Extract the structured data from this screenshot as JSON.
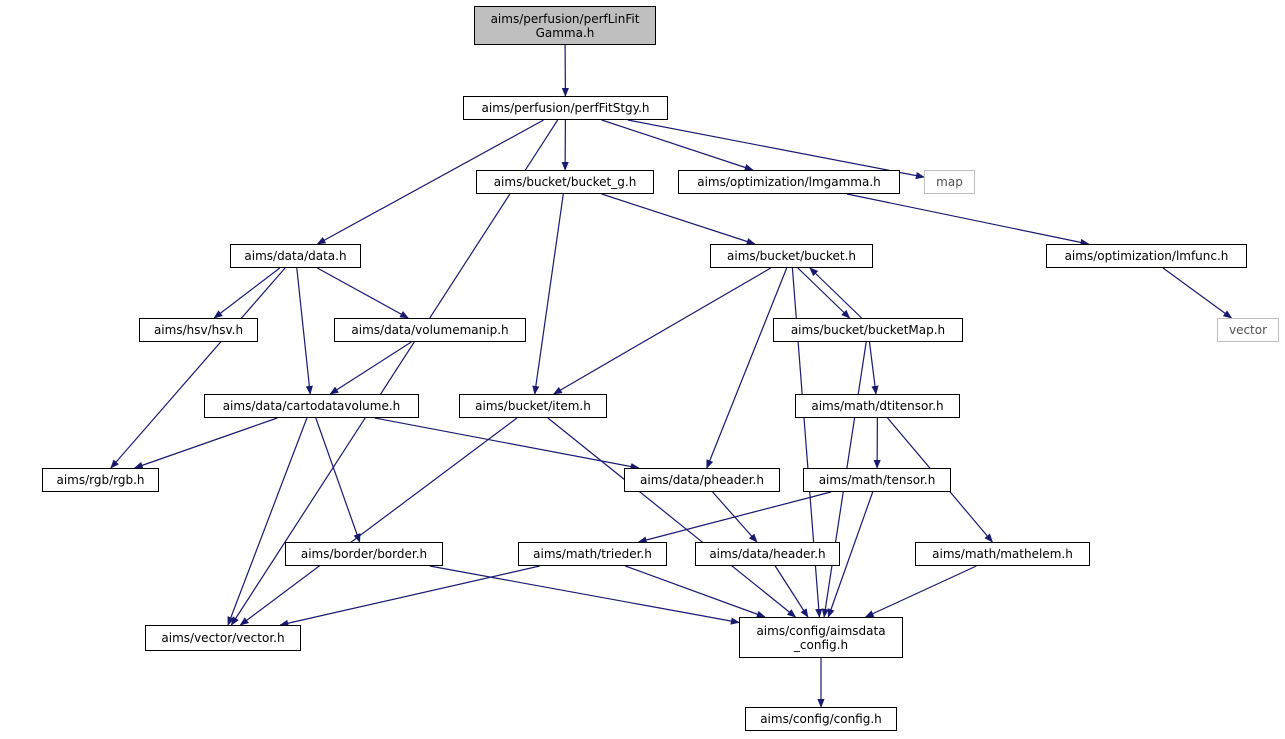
{
  "colors": {
    "edge": "#191970",
    "node_border": "#000000",
    "root_fill": "#bfbfbf",
    "external_border": "#bfbfbf"
  },
  "nodes": [
    {
      "id": "perfLinFitGamma",
      "label": "aims/perfusion/perfLinFit\nGamma.h"
    },
    {
      "id": "perfFitStgy",
      "label": "aims/perfusion/perfFitStgy.h"
    },
    {
      "id": "bucket_g",
      "label": "aims/bucket/bucket_g.h"
    },
    {
      "id": "lmgamma",
      "label": "aims/optimization/lmgamma.h"
    },
    {
      "id": "map",
      "label": "map"
    },
    {
      "id": "data",
      "label": "aims/data/data.h"
    },
    {
      "id": "bucket",
      "label": "aims/bucket/bucket.h"
    },
    {
      "id": "lmfunc",
      "label": "aims/optimization/lmfunc.h"
    },
    {
      "id": "hsv",
      "label": "aims/hsv/hsv.h"
    },
    {
      "id": "volumemanip",
      "label": "aims/data/volumemanip.h"
    },
    {
      "id": "bucketMap",
      "label": "aims/bucket/bucketMap.h"
    },
    {
      "id": "vectorstd",
      "label": "vector"
    },
    {
      "id": "cartodatavolume",
      "label": "aims/data/cartodatavolume.h"
    },
    {
      "id": "item",
      "label": "aims/bucket/item.h"
    },
    {
      "id": "dtitensor",
      "label": "aims/math/dtitensor.h"
    },
    {
      "id": "rgb",
      "label": "aims/rgb/rgb.h"
    },
    {
      "id": "pheader",
      "label": "aims/data/pheader.h"
    },
    {
      "id": "tensor",
      "label": "aims/math/tensor.h"
    },
    {
      "id": "border",
      "label": "aims/border/border.h"
    },
    {
      "id": "trieder",
      "label": "aims/math/trieder.h"
    },
    {
      "id": "header",
      "label": "aims/data/header.h"
    },
    {
      "id": "mathelem",
      "label": "aims/math/mathelem.h"
    },
    {
      "id": "vector",
      "label": "aims/vector/vector.h"
    },
    {
      "id": "aimsdata_config",
      "label": "aims/config/aimsdata\n_config.h"
    },
    {
      "id": "config",
      "label": "aims/config/config.h"
    }
  ],
  "edges": [
    [
      "perfLinFitGamma",
      "perfFitStgy"
    ],
    [
      "perfFitStgy",
      "bucket_g"
    ],
    [
      "perfFitStgy",
      "lmgamma"
    ],
    [
      "perfFitStgy",
      "map"
    ],
    [
      "perfFitStgy",
      "data"
    ],
    [
      "perfFitStgy",
      "vector"
    ],
    [
      "bucket_g",
      "bucket"
    ],
    [
      "bucket_g",
      "item"
    ],
    [
      "lmgamma",
      "lmfunc"
    ],
    [
      "lmfunc",
      "vectorstd"
    ],
    [
      "data",
      "hsv"
    ],
    [
      "data",
      "volumemanip"
    ],
    [
      "data",
      "cartodatavolume"
    ],
    [
      "data",
      "rgb"
    ],
    [
      "volumemanip",
      "cartodatavolume"
    ],
    [
      "bucket",
      "bucketMap"
    ],
    [
      "bucketMap",
      "bucket"
    ],
    [
      "bucket",
      "item"
    ],
    [
      "bucket",
      "pheader"
    ],
    [
      "bucket",
      "aimsdata_config"
    ],
    [
      "bucketMap",
      "dtitensor"
    ],
    [
      "bucketMap",
      "aimsdata_config"
    ],
    [
      "cartodatavolume",
      "rgb"
    ],
    [
      "cartodatavolume",
      "pheader"
    ],
    [
      "cartodatavolume",
      "border"
    ],
    [
      "cartodatavolume",
      "vector"
    ],
    [
      "item",
      "vector"
    ],
    [
      "item",
      "aimsdata_config"
    ],
    [
      "dtitensor",
      "tensor"
    ],
    [
      "dtitensor",
      "mathelem"
    ],
    [
      "tensor",
      "trieder"
    ],
    [
      "tensor",
      "aimsdata_config"
    ],
    [
      "pheader",
      "header"
    ],
    [
      "border",
      "aimsdata_config"
    ],
    [
      "trieder",
      "vector"
    ],
    [
      "trieder",
      "aimsdata_config"
    ],
    [
      "header",
      "aimsdata_config"
    ],
    [
      "mathelem",
      "aimsdata_config"
    ],
    [
      "aimsdata_config",
      "config"
    ]
  ]
}
